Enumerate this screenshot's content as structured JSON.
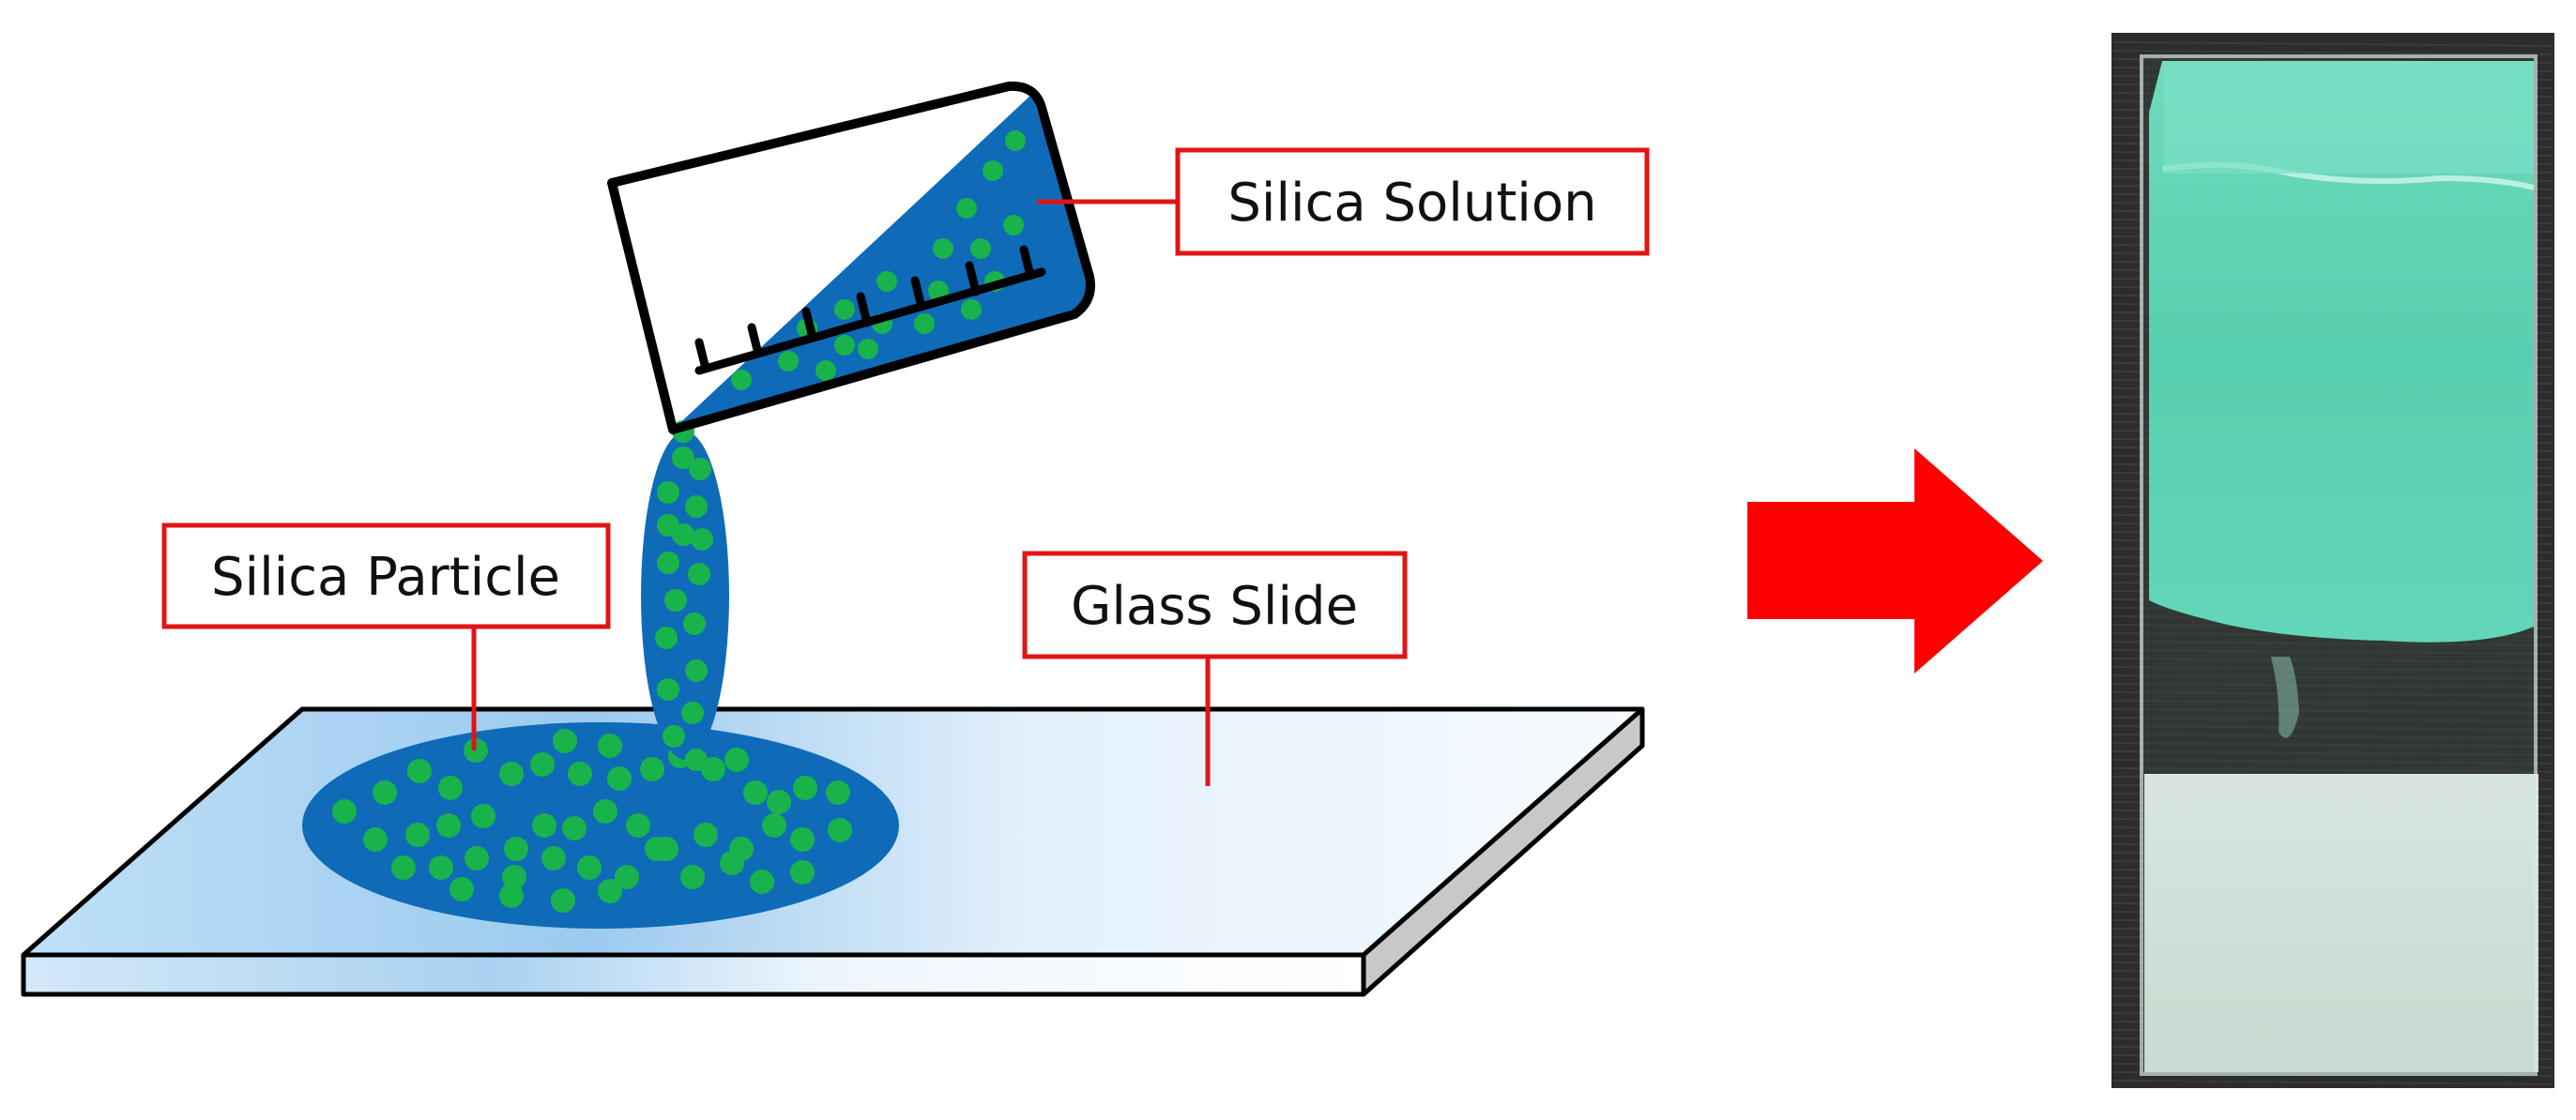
{
  "labels": {
    "silica_solution": "Silica Solution",
    "silica_particle": "Silica Particle",
    "glass_slide": "Glass Slide"
  },
  "colors": {
    "solution_blue": "#0f6bb8",
    "particle_green": "#19b34c",
    "glass_light": "#c9e1f4",
    "callout_red": "#e11515",
    "arrow_red": "#ff0000",
    "photo_background": "#2c2c2c",
    "coating_teal": "#5fd3b1"
  },
  "icons": {
    "arrow": "right-arrow-icon",
    "beaker": "beaker-icon"
  }
}
